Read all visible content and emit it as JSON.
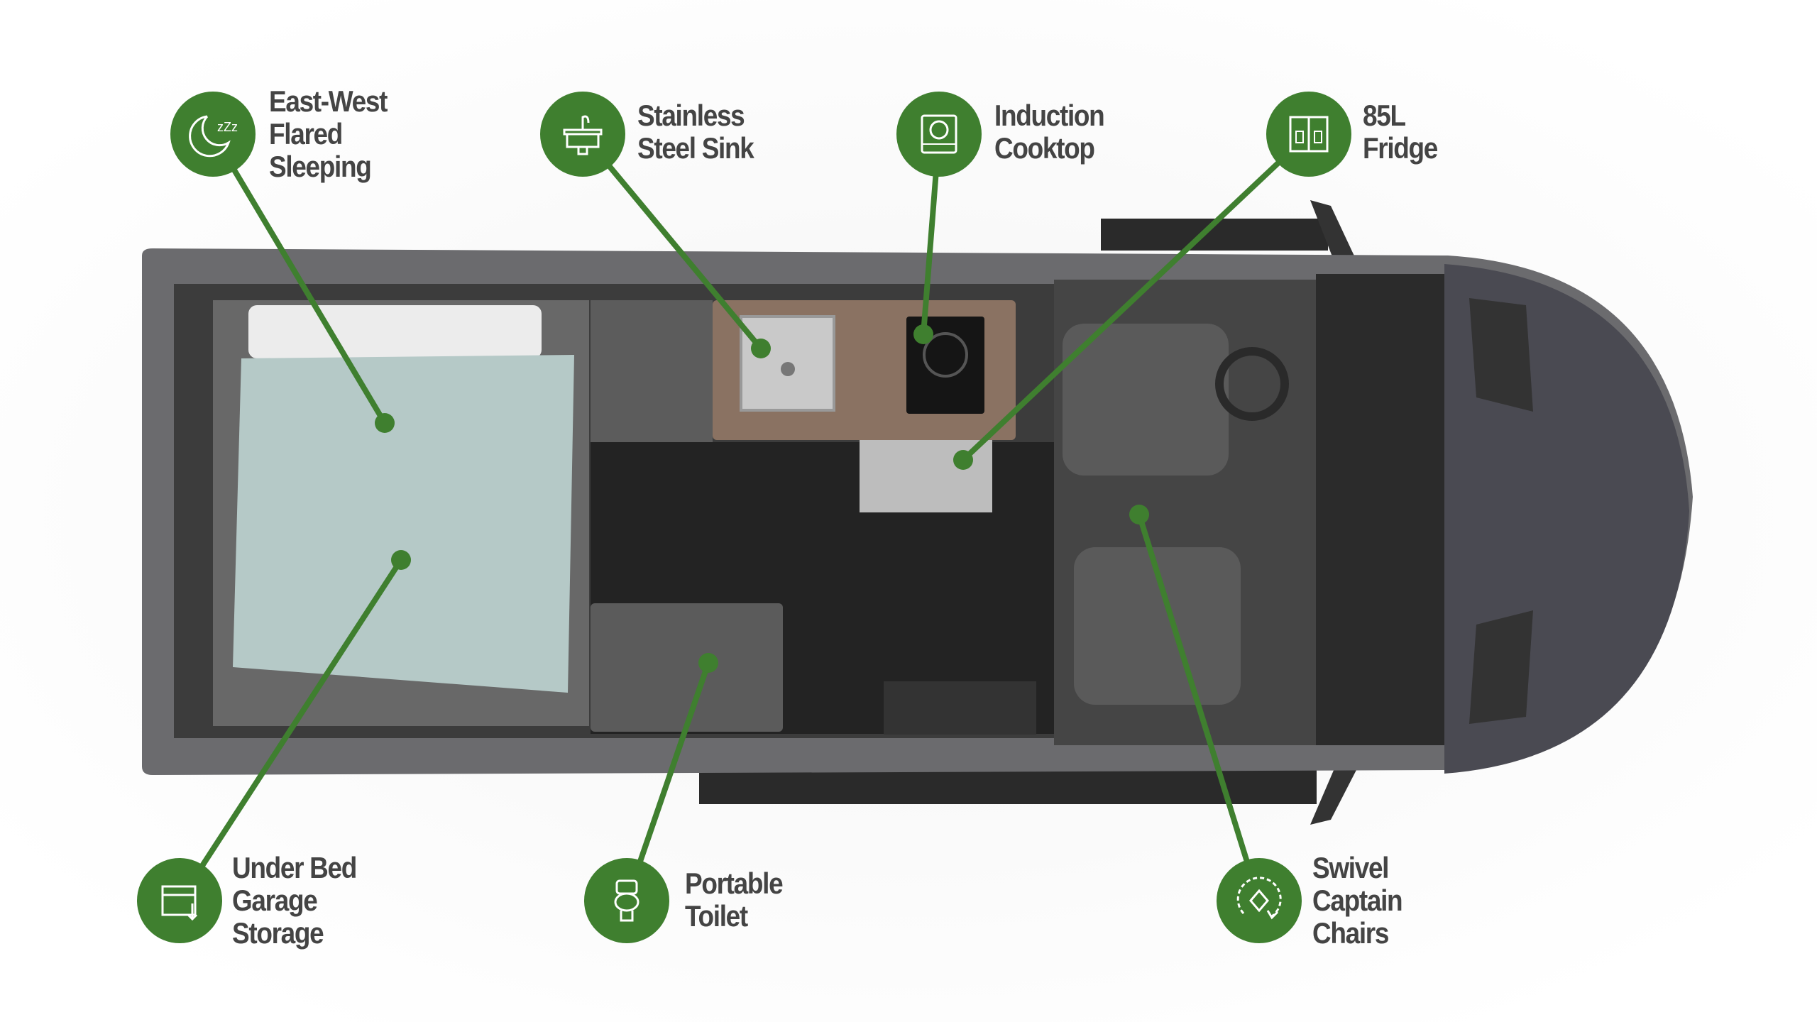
{
  "colors": {
    "accent": "#3f7f2f",
    "text": "#444444"
  },
  "callouts": [
    {
      "id": "sleeping",
      "icon": "moon-zzz-icon",
      "lines": [
        "East-West",
        "Flared",
        "Sleeping"
      ]
    },
    {
      "id": "sink",
      "icon": "sink-icon",
      "lines": [
        "Stainless",
        "Steel Sink"
      ]
    },
    {
      "id": "cooktop",
      "icon": "cooktop-icon",
      "lines": [
        "Induction",
        "Cooktop"
      ]
    },
    {
      "id": "fridge",
      "icon": "fridge-icon",
      "lines": [
        "85L",
        "Fridge"
      ]
    },
    {
      "id": "garage",
      "icon": "storage-box-icon",
      "lines": [
        "Under Bed",
        "Garage",
        "Storage"
      ]
    },
    {
      "id": "toilet",
      "icon": "toilet-icon",
      "lines": [
        "Portable",
        "Toilet"
      ]
    },
    {
      "id": "swivel",
      "icon": "swivel-chair-icon",
      "lines": [
        "Swivel",
        "Captain",
        "Chairs"
      ]
    }
  ]
}
